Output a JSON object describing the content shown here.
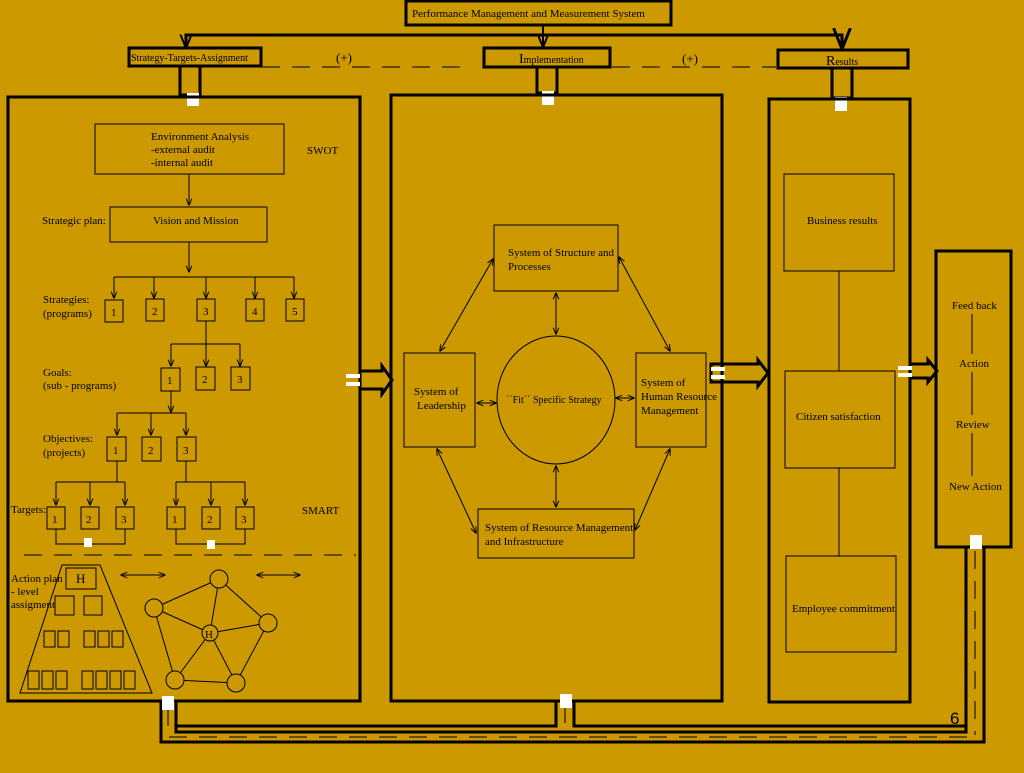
{
  "header": {
    "title": "Performance Management and Measurement System",
    "s_label": "Strategy-Targets-Assignment",
    "i_first": "I",
    "i_rest": "mplementation",
    "r_first": "R",
    "r_rest": "esults",
    "plus": "(+)"
  },
  "strategy": {
    "env_line1": "Environment Analysis",
    "env_line2": "-external audit",
    "env_line3": "-internal  audit",
    "swot": "SWOT",
    "strategic_plan": "Strategic plan:",
    "vision": "Vision and Mission",
    "strategies_l1": "Strategies:",
    "strategies_l2": "(programs)",
    "strategy_nums": [
      "1",
      "2",
      "3",
      "4",
      "5"
    ],
    "goals_l1": "Goals:",
    "goals_l2": "(sub - programs)",
    "goal_nums": [
      "1",
      "2",
      "3"
    ],
    "objectives_l1": "Objectives:",
    "objectives_l2": "(projects)",
    "objective_nums": [
      "1",
      "2",
      "3"
    ],
    "targets": "Targets:",
    "target_nums": [
      "1",
      "2",
      "3"
    ],
    "smart": "SMART",
    "action_l1": "Action plan",
    "action_l2": " - level",
    "action_l3": "assigment",
    "h": "H"
  },
  "implementation": {
    "structure_l1": "System of Structure and",
    "structure_l2": "Processes",
    "leadership_l1": "System of",
    "leadership_l2": "Leadership",
    "fit": "´´Fit´´ Specific Strategy",
    "hr_l1": "System of",
    "hr_l2": "Human Resource",
    "hr_l3": "Management",
    "resource_l1": "System of Resource Management",
    "resource_l2": " and Infrastructure"
  },
  "results": {
    "business": "Business results",
    "citizen": "Citizen satisfaction",
    "employee": "Employee commitment"
  },
  "feedback": {
    "items": [
      "Feed back",
      "Action",
      "Review",
      "New Action"
    ]
  },
  "page_number": "6"
}
